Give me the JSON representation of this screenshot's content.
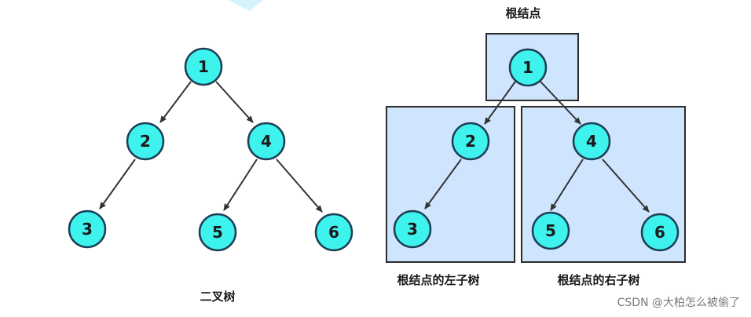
{
  "colors": {
    "node_fill": "#3ef2ee",
    "node_stroke": "#1c3f55",
    "box_fill": "#cfe5fd",
    "edge": "#333333"
  },
  "left_tree": {
    "caption": "二叉树",
    "nodes": [
      "1",
      "2",
      "4",
      "3",
      "5",
      "6"
    ]
  },
  "right_tree": {
    "root_label": "根结点",
    "left_subtree_label": "根结点的左子树",
    "right_subtree_label": "根结点的右子树",
    "nodes": [
      "1",
      "2",
      "4",
      "3",
      "5",
      "6"
    ]
  },
  "watermark": "CSDN @大柏怎么被偷了"
}
